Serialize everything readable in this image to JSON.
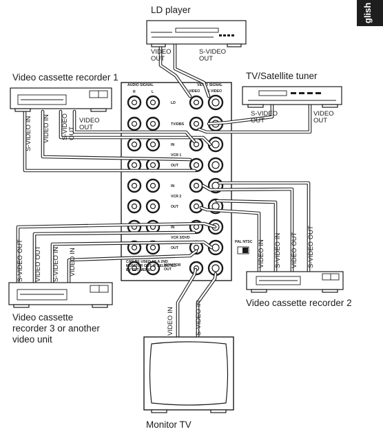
{
  "tab": {
    "text": "glish"
  },
  "devices": {
    "ld_player": {
      "name": "LD player",
      "video_out": "VIDEO\nOUT",
      "svideo_out": "S-VIDEO\nOUT"
    },
    "vcr1": {
      "name": "Video cassette recorder 1",
      "svideo_in": "S-VIDEO IN",
      "video_in": "VIDEO IN",
      "svideo_out": "S-VIDEO\nOUT",
      "video_out": "VIDEO\nOUT"
    },
    "tuner": {
      "name": "TV/Satellite tuner",
      "svideo_out": "S-VIDEO\nOUT",
      "video_out": "VIDEO\nOUT"
    },
    "vcr3": {
      "name": "Video cassette\nrecorder 3 or another\nvideo unit",
      "svideo_out": "S-VIDEO OUT",
      "video_out": "VIDEO OUT",
      "svideo_in": "S-VIDEO IN",
      "video_in": "VIDEO IN"
    },
    "vcr2": {
      "name": "Video cassette recorder 2",
      "video_in": "VIDEO IN",
      "svideo_in": "S-VIDEO IN",
      "video_out": "VIDEO OUT",
      "svideo_out": "S-VIDEO OUT"
    },
    "monitor": {
      "name": "Monitor TV",
      "video_in": "VIDEO IN",
      "svideo_in": "S-VIDEO IN"
    }
  },
  "panel": {
    "audio_signal": "AUDIO SIGNAL",
    "video_signal": "VIDEO SIGNAL",
    "audio_r": "R",
    "audio_l": "L",
    "col_video": "VIDEO",
    "col_svideo": "S VIDEO",
    "rows": [
      "LD",
      "TV/DBS",
      "IN",
      "VCR 1",
      "OUT",
      "IN",
      "VCR 2",
      "OUT",
      "IN",
      "VCR 3/DVD",
      "OUT",
      "MONITOR\nOUT"
    ],
    "pal_ntsc": "PAL  NTSC",
    "note": "CAN BE USED AS A 2ND\nMONITOR OUT, IF SELECTED\nBY SET MENU."
  }
}
